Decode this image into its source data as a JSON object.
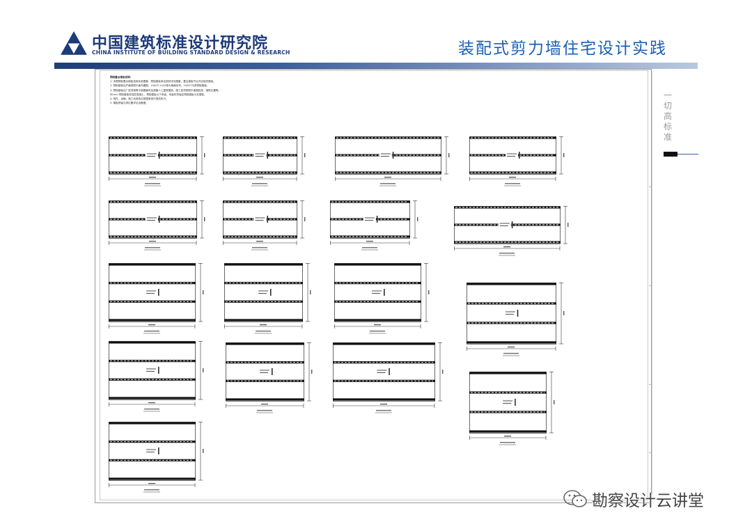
{
  "header": {
    "logo_cn": "中国建筑标准设计研究院",
    "logo_en": "CHINA INSTITUTE OF BUILDING STANDARD DESIGN & RESEARCH",
    "title": "装配式剪力墙住宅设计实践"
  },
  "sidebar": {
    "vertical_text": "一切高标准"
  },
  "colors": {
    "brand": "#1d3a7a",
    "title": "#1a5fb4",
    "band": "#3c5f9c"
  },
  "drawing": {
    "notes": [
      "预制叠合楼板说明：",
      "1. 本图预制叠合楼板选用标准图集，预制楼板命名规则详见图集，叠合楼板节点详见相关图纸。",
      "2. 预制楼板应严格按照平面布置图，100HT-1420厚为规格系列，100HT代表预制楼板。",
      "3. 预制楼板出厂前须按照平面图编号及规格人工复核图纸，施工前须按照平面图检查，钢筋位置等。",
      "   60mm 预制楼板现浇层混凝土，预制楼板以下吊装，吊装时须保证预制楼板与支撑架。",
      "4. 构件、运输、施工及堆放应按国家现行规范执行。",
      "5. 楼板预留孔洞位置详见设备图。"
    ]
  },
  "watermark": {
    "text": "勘察设计云讲堂",
    "icon": "wechat-icon"
  }
}
